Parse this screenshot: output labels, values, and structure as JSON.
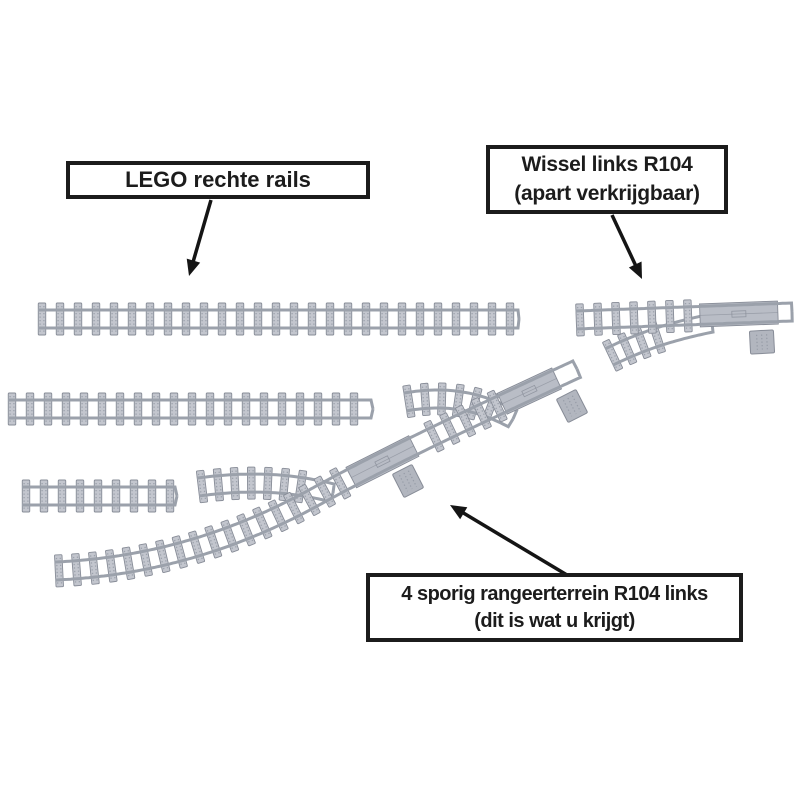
{
  "page": {
    "background": "#ffffff"
  },
  "colors": {
    "track_fill": "#c3c6ce",
    "track_outline": "#878c97",
    "rail": "#9ba1ab",
    "stud": "#8f95a0",
    "plate_fill": "#b9bdc6",
    "lever_fill": "#b2b6bf",
    "label_border": "#1c1c1c",
    "label_text": "#1c1c1c",
    "arrow": "#151515"
  },
  "labels": {
    "straight_rails": {
      "lines": [
        "LEGO rechte rails"
      ]
    },
    "switch": {
      "lines": [
        "Wissel links R104",
        "(apart verkrijgbaar)"
      ]
    },
    "yard": {
      "lines": [
        "4 sporig rangeerterrein R104 links",
        "(dit is wat u krijgt)"
      ]
    }
  },
  "pieces": [
    {
      "name": "straight-rail-long"
    },
    {
      "name": "straight-rail-medium"
    },
    {
      "name": "straight-rail-short"
    },
    {
      "name": "switch-left-r104"
    },
    {
      "name": "yard-ladder-4-track"
    }
  ],
  "icons": [
    {
      "name": "arrow-icon"
    }
  ]
}
